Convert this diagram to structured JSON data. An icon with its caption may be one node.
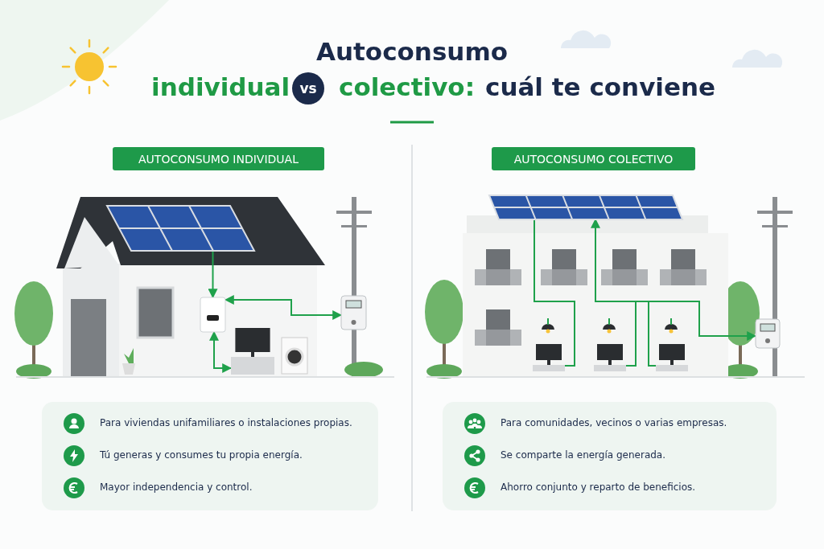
{
  "diagram": {
    "title": "Autoconsumo",
    "nodes": [
      {
        "text": [
          "vs"
        ]
      },
      {
        "text": [
          "AUTOCONSUMO INDIVIDUAL"
        ]
      },
      {
        "text": [
          "AUTOCONSUMO COLECTIVO"
        ]
      },
      {
        "text": [],
        "shape": "picture"
      },
      {
        "text": [],
        "shape": "picture"
      },
      {
        "text": [],
        "shape": "picture"
      },
      {
        "text": [],
        "shape": "picture"
      },
      {
        "text": [],
        "shape": "picture"
      },
      {
        "text": [],
        "shape": "picture"
      },
      {
        "text": [],
        "shape": "picture"
      },
      {
        "text": [],
        "shape": "picture"
      },
      {
        "text": [],
        "shape": "picture"
      }
    ],
    "edges": [
      {
        "from": 3,
        "to": 4,
        "arrow": "to"
      },
      {
        "from": 4,
        "to": 5,
        "arrow": "both"
      },
      {
        "from": 6,
        "to": 4,
        "arrow": "both"
      },
      {
        "from": 7,
        "to": 8,
        "arrow": "none"
      },
      {
        "from": 7,
        "to": 9,
        "arrow": "none"
      },
      {
        "from": 7,
        "to": 10,
        "arrow": "none"
      },
      {
        "from": 7,
        "to": 11,
        "arrow": "both"
      }
    ],
    "labels": [
      "individual",
      "colectivo:",
      "cuál te conviene",
      "Para viviendas unifamiliares o instalaciones propias.",
      "Tú generas y consumes tu propia energía.",
      "Mayor independencia y control.",
      "Para comunidades, vecinos o varias empresas.",
      "Se comparte la energía generada.",
      "Ahorro conjunto y reparto de beneficios."
    ]
  }
}
